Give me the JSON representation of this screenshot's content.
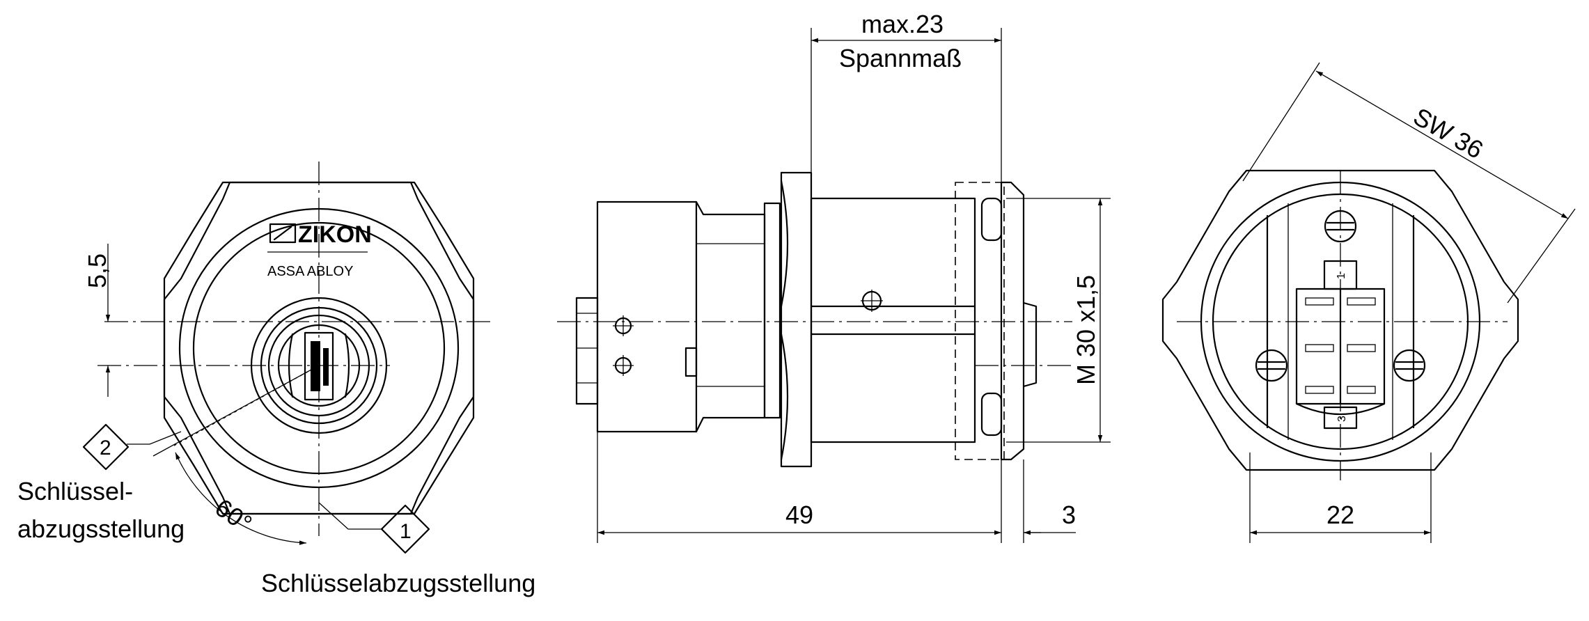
{
  "front_view": {
    "brand_name": "ZIKON",
    "brand_sub": "ASSA ABLOY",
    "dim_offset": "5,5",
    "angle": "60°",
    "marker_1": "1",
    "marker_2": "2",
    "label_key_removal_2_line1": "Schlüssel-",
    "label_key_removal_2_line2": "abzugsstellung",
    "label_key_removal_1": "Schlüsselabzugsstellung"
  },
  "side_view": {
    "dim_clamp_value": "max.23",
    "dim_clamp_label": "Spannmaß",
    "dim_thread": "M 30 x1,5",
    "dim_length": "49",
    "dim_protrusion": "3"
  },
  "rear_view": {
    "dim_across_flats": "SW 36",
    "dim_width": "22",
    "cam_label_top": "1",
    "cam_label_bottom": "3"
  }
}
